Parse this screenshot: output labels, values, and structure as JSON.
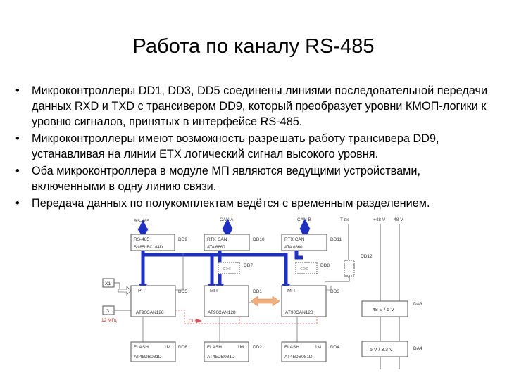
{
  "title": "Работа по каналу RS-485",
  "bullets": [
    "Микроконтроллеры DD1, DD3, DD5 соединены линиями последовательной передачи данных RXD и TXD с трансивером DD9, который преобразует уровни КМОП-логики к уровню сигналов, принятых в интерфейсе RS-485.",
    "Микроконтроллеры имеют возможность разрешать работу трансивера DD9, устанавливая на линии ETX логический сигнал высокого уровня.",
    "Оба микроконтроллера в модуле МП являются ведущими устройствами, включенными в одну линию связи.",
    "Передача данных по полукомплектам ведётся с временным разделением."
  ],
  "bullet_char": "•",
  "diagram": {
    "top_labels": {
      "rs485": "RS-485",
      "can_a": "CAN A",
      "can_b": "CAN B",
      "tvk": "Т вк",
      "p48": "+48 V",
      "m48": "-48 V"
    },
    "dd9": {
      "line1": "RS-485",
      "line2": "SN65LBC184D",
      "ref": "DD9"
    },
    "dd10": {
      "line1": "RTX CAN",
      "line2": "ATA 6660",
      "ref": "DD10"
    },
    "dd11": {
      "line1": "RTX CAN",
      "line2": "ATA 6660",
      "ref": "DD11"
    },
    "dd7": "DD7",
    "dd8": "DD8",
    "dd12": "DD12",
    "x1": "X1",
    "g": "G",
    "freq": "12 МГц",
    "dd5": {
      "name": "РП",
      "chip": "AT90CAN128",
      "ref": "DD5"
    },
    "dd1": {
      "name": "МП",
      "chip": "AT90CAN128",
      "ref": "DD1"
    },
    "dd3": {
      "name": "МП",
      "chip": "AT90CAN128",
      "ref": "DD3"
    },
    "clk": "CLK",
    "dd6": {
      "name": "FLASH",
      "size": "1M",
      "chip": "AT45DB081D",
      "ref": "DD6"
    },
    "dd2": {
      "name": "FLASH",
      "size": "1M",
      "chip": "AT45DB081D",
      "ref": "DD2"
    },
    "dd4": {
      "name": "FLASH",
      "size": "1M",
      "chip": "AT45DB081D",
      "ref": "DD4"
    },
    "da3": {
      "label": "48 V / 5 V",
      "ref": "DA3"
    },
    "da4": {
      "label": "5 V / 3.3 V",
      "ref": "DA4"
    }
  },
  "colors": {
    "bus_blue": "#1f2fbf",
    "bus_orange": "#f0b080",
    "clk_red": "#e05050",
    "freq_red": "#d03030"
  }
}
